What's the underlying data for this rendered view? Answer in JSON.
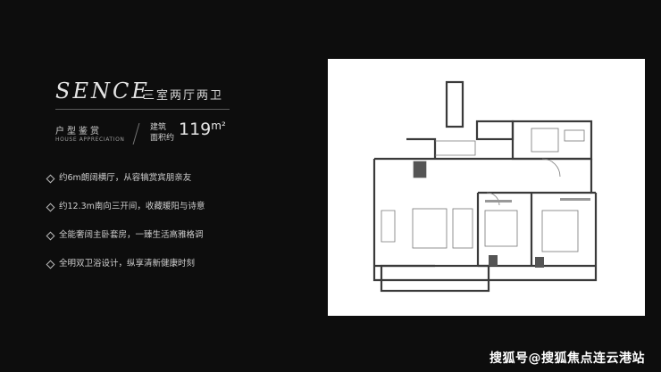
{
  "header": {
    "title_en": "SENCE",
    "title_cn": "三室两厅两卫"
  },
  "appreciation": {
    "label_cn": "户型鉴赏",
    "label_en": "HOUSE APPRECIATION"
  },
  "area": {
    "label_line1": "建筑",
    "label_line2": "面积约",
    "value": "119",
    "unit": "m²"
  },
  "features": [
    "约6m朗阔横厅，从容犒赏宾朋亲友",
    "约12.3m南向三开间，收藏暖阳与诗意",
    "全能奢阔主卧套房，一臻生活高雅格调",
    "全明双卫浴设计，纵享清新健康时刻"
  ],
  "watermark": "搜狐号@搜狐焦点连云港站",
  "colors": {
    "background": "#0d0d0d",
    "card": "#ffffff",
    "wall": "#333333",
    "accent_text": "#e4e4e4"
  }
}
